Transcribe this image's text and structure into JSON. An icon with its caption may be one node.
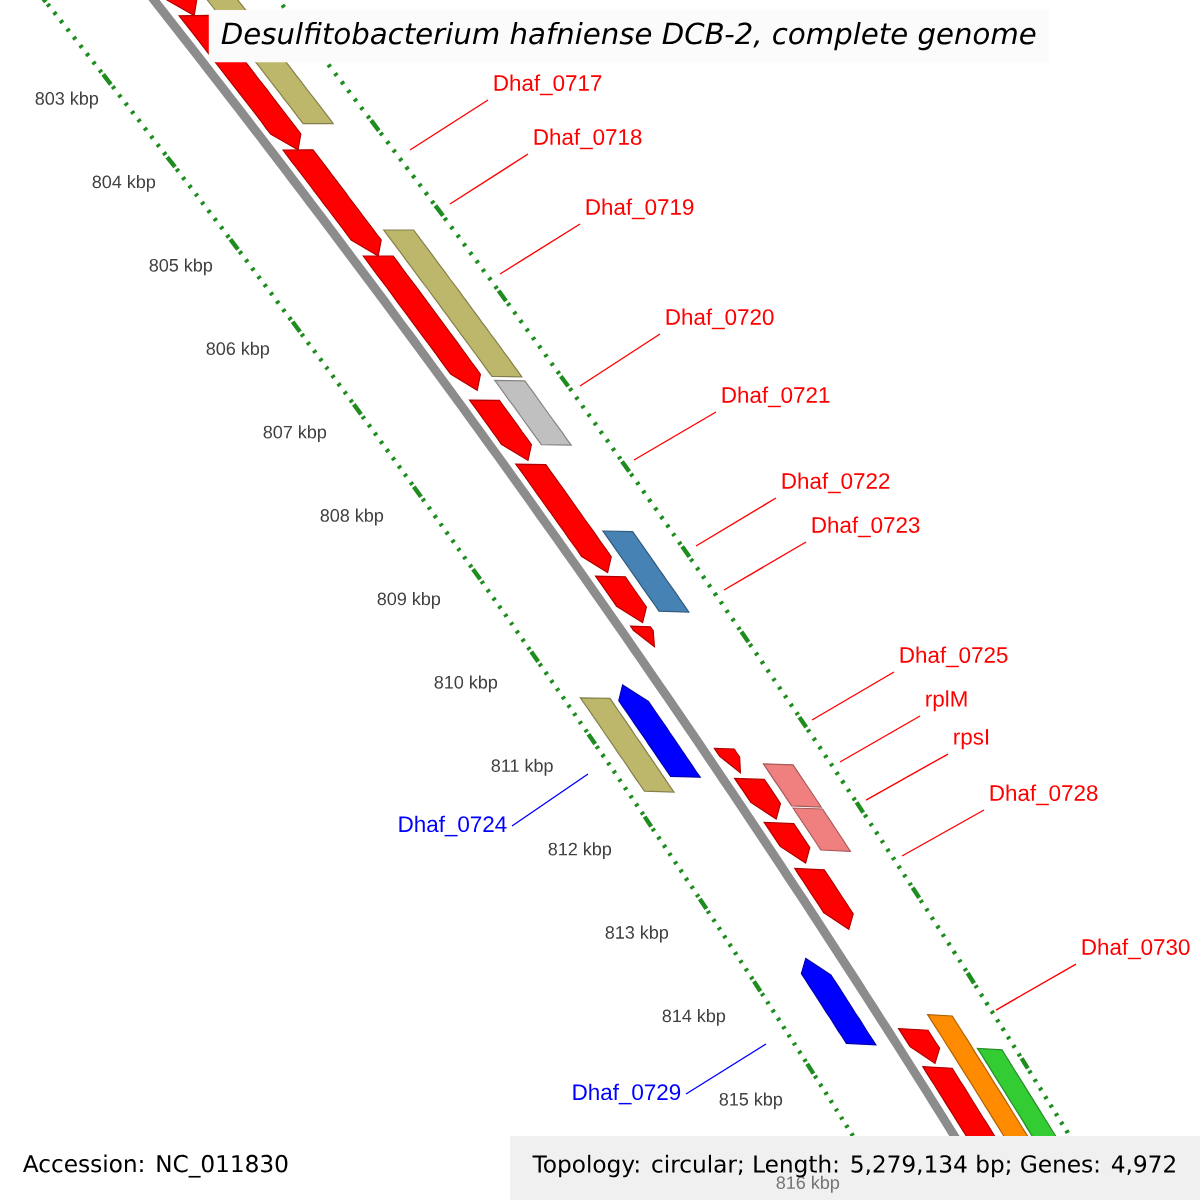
{
  "diagram": {
    "title": "Desulfitobacterium hafniense DCB-2, complete genome",
    "nodes": [
      {
        "text": [
          "Dhaf_0717"
        ]
      },
      {
        "text": [
          "Dhaf_0718"
        ]
      },
      {
        "text": [
          "Dhaf_0719"
        ]
      },
      {
        "text": [
          "Dhaf_0720"
        ]
      },
      {
        "text": [
          "Dhaf_0721"
        ]
      },
      {
        "text": [
          "Dhaf_0722"
        ]
      },
      {
        "text": [
          "Dhaf_0723"
        ]
      },
      {
        "text": [
          "Dhaf_0724"
        ]
      },
      {
        "text": [
          "Dhaf_0725"
        ]
      },
      {
        "text": [
          "rplM"
        ]
      },
      {
        "text": [
          "rpsI"
        ]
      },
      {
        "text": [
          "Dhaf_0728"
        ]
      },
      {
        "text": [
          "Dhaf_0729"
        ]
      },
      {
        "text": [
          "Dhaf_0730"
        ]
      }
    ],
    "edges": [
      {
        "from": 0,
        "to": null,
        "arrow": "none"
      },
      {
        "from": 1,
        "to": null,
        "arrow": "none"
      },
      {
        "from": 2,
        "to": null,
        "arrow": "none"
      },
      {
        "from": 3,
        "to": null,
        "arrow": "none"
      },
      {
        "from": 4,
        "to": null,
        "arrow": "none"
      },
      {
        "from": 5,
        "to": null,
        "arrow": "none"
      },
      {
        "from": 6,
        "to": null,
        "arrow": "none"
      },
      {
        "from": 7,
        "to": null,
        "arrow": "none",
        "color": "#0000ff"
      },
      {
        "from": 8,
        "to": null,
        "arrow": "none"
      },
      {
        "from": 9,
        "to": null,
        "arrow": "none"
      },
      {
        "from": 10,
        "to": null,
        "arrow": "none"
      },
      {
        "from": 11,
        "to": null,
        "arrow": "none"
      },
      {
        "from": 12,
        "to": null,
        "arrow": "none",
        "color": "#0000ff"
      },
      {
        "from": 13,
        "to": null,
        "arrow": "none"
      }
    ],
    "labels": [
      "803 kbp",
      "804 kbp",
      "805 kbp",
      "806 kbp",
      "807 kbp",
      "808 kbp",
      "809 kbp",
      "810 kbp",
      "811 kbp",
      "812 kbp",
      "813 kbp",
      "814 kbp",
      "815 kbp",
      "816 kbp",
      "Accession: NC_011830",
      "Topology: circular; Length: 5,279,134 bp; Genes: 4,972"
    ]
  }
}
